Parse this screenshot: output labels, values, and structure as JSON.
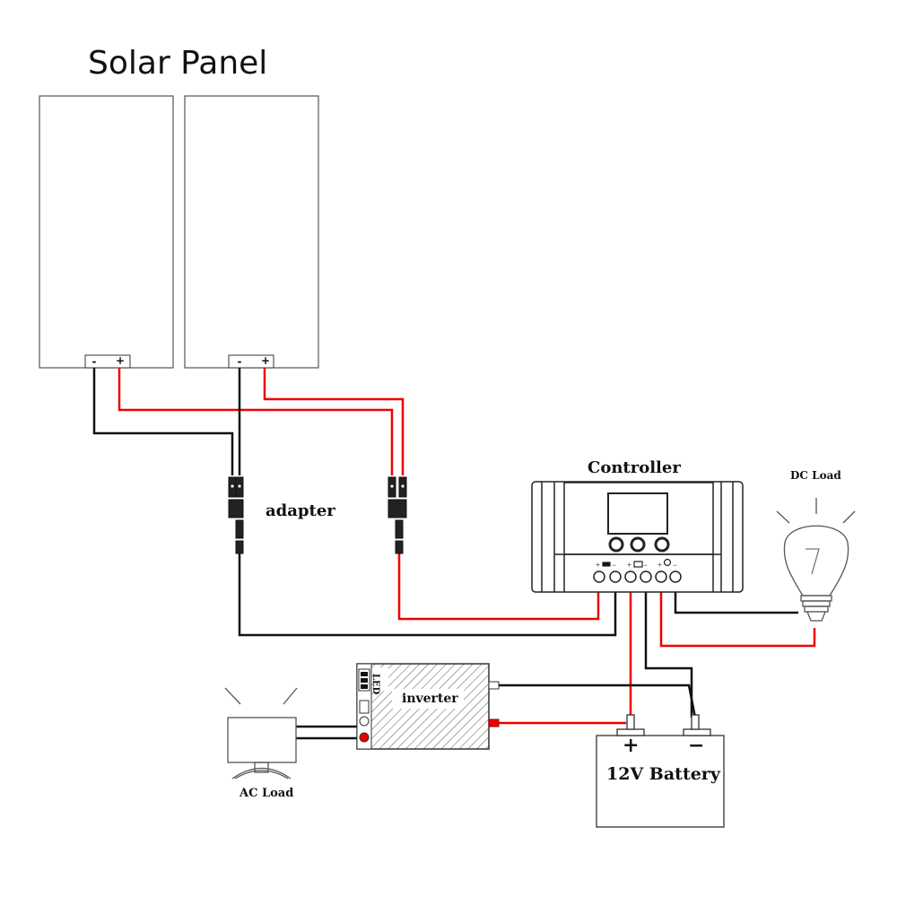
{
  "title": "Solar Panel",
  "panels": [
    {
      "neg": "-",
      "pos": "+"
    },
    {
      "neg": "-",
      "pos": "+"
    }
  ],
  "adapter_label": "adapter",
  "controller_label": "Controller",
  "dc_load_label": "DC Load",
  "ac_load_label": "AC Load",
  "inverter_label": "inverter",
  "inverter_led_label": "LED",
  "battery": {
    "label": "12V Battery",
    "pos": "+",
    "neg": "−"
  },
  "colors": {
    "positive_wire": "#ee0000",
    "negative_wire": "#111111"
  }
}
